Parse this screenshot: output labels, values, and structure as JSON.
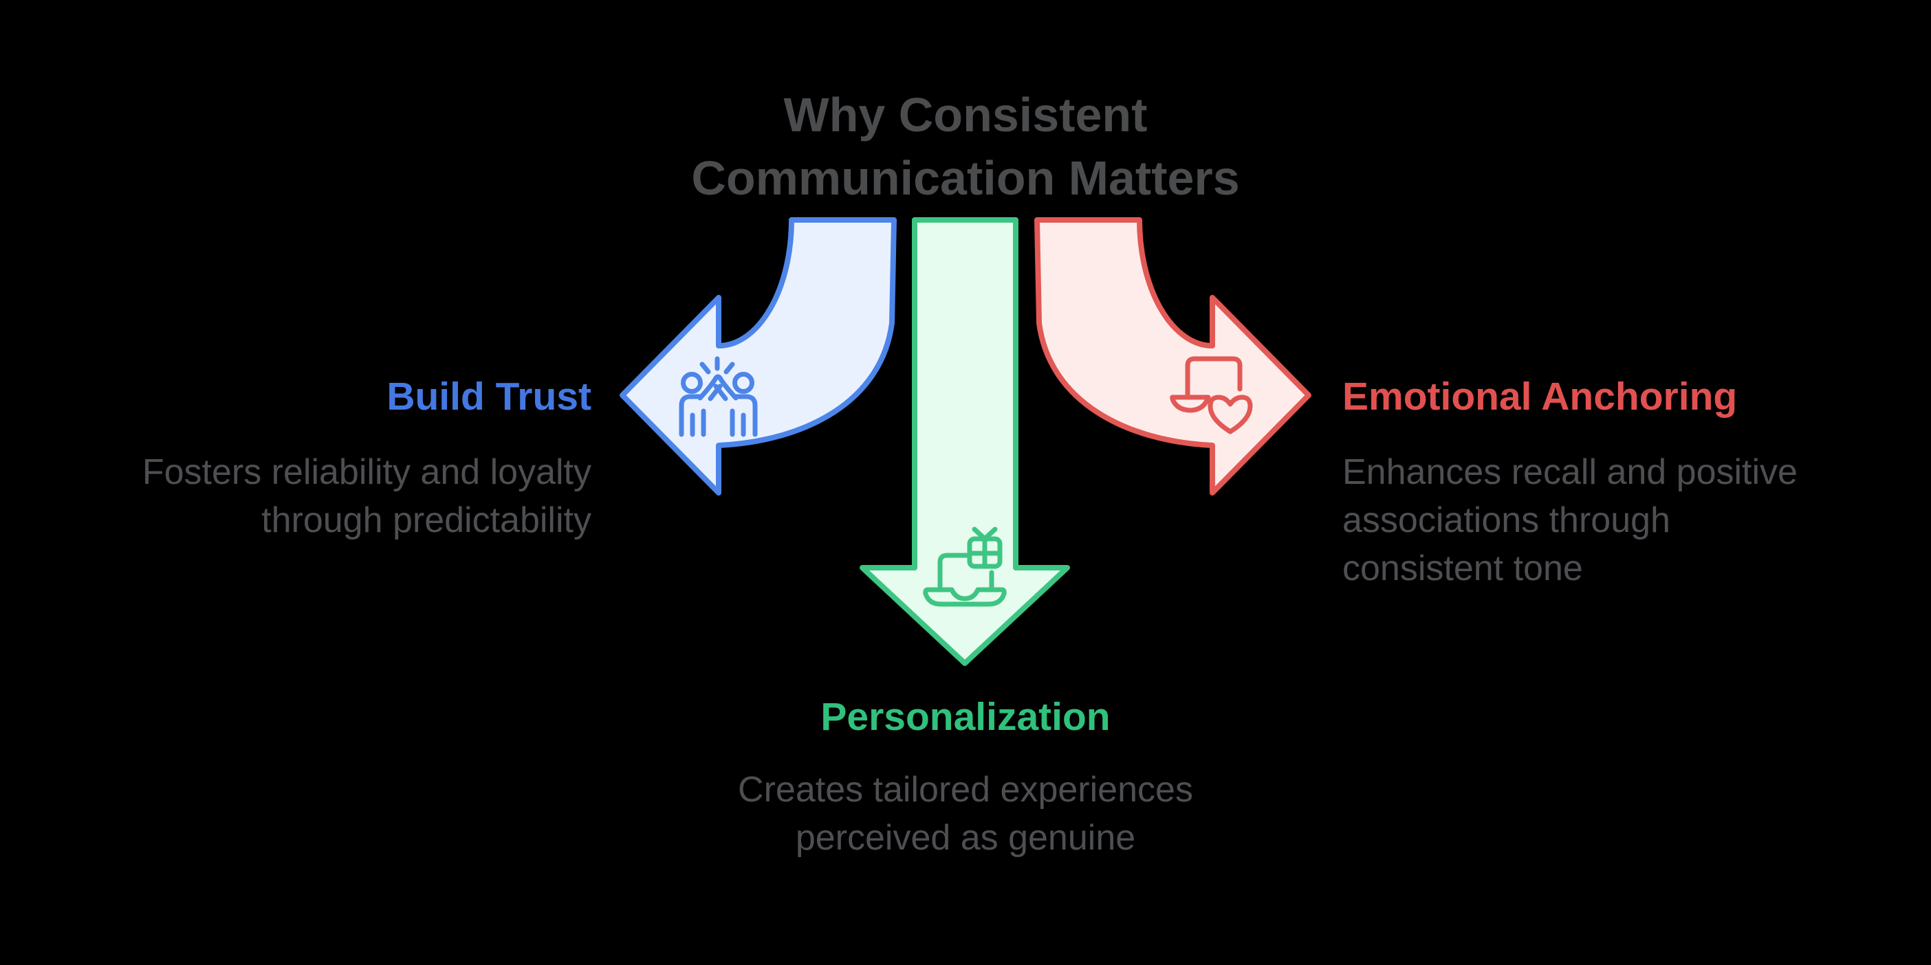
{
  "title": {
    "line1": "Why Consistent",
    "line2": "Communication Matters",
    "color": "#4b4c4e"
  },
  "items": [
    {
      "key": "build-trust",
      "label": "Build Trust",
      "desc_lines": [
        "Fosters reliability and loyalty",
        "through predictability"
      ],
      "text_color": "#4478e2",
      "arrow_stroke": "#4d85e8",
      "arrow_fill": "#eaf1fe",
      "icon": "high-five-icon",
      "arrow_direction": "left"
    },
    {
      "key": "personalization",
      "label": "Personalization",
      "desc_lines": [
        "Creates tailored experiences",
        "perceived as genuine"
      ],
      "text_color": "#30c17d",
      "arrow_stroke": "#3ec583",
      "arrow_fill": "#e5fcef",
      "icon": "laptop-gift-icon",
      "arrow_direction": "down"
    },
    {
      "key": "emotional-anchoring",
      "label": "Emotional Anchoring",
      "desc_lines": [
        "Enhances recall and positive",
        "associations through",
        "consistent tone"
      ],
      "text_color": "#e15150",
      "arrow_stroke": "#e25955",
      "arrow_fill": "#fdecea",
      "icon": "laptop-heart-icon",
      "arrow_direction": "right"
    }
  ],
  "description_color": "#4e4f52",
  "background_color": "#000000"
}
